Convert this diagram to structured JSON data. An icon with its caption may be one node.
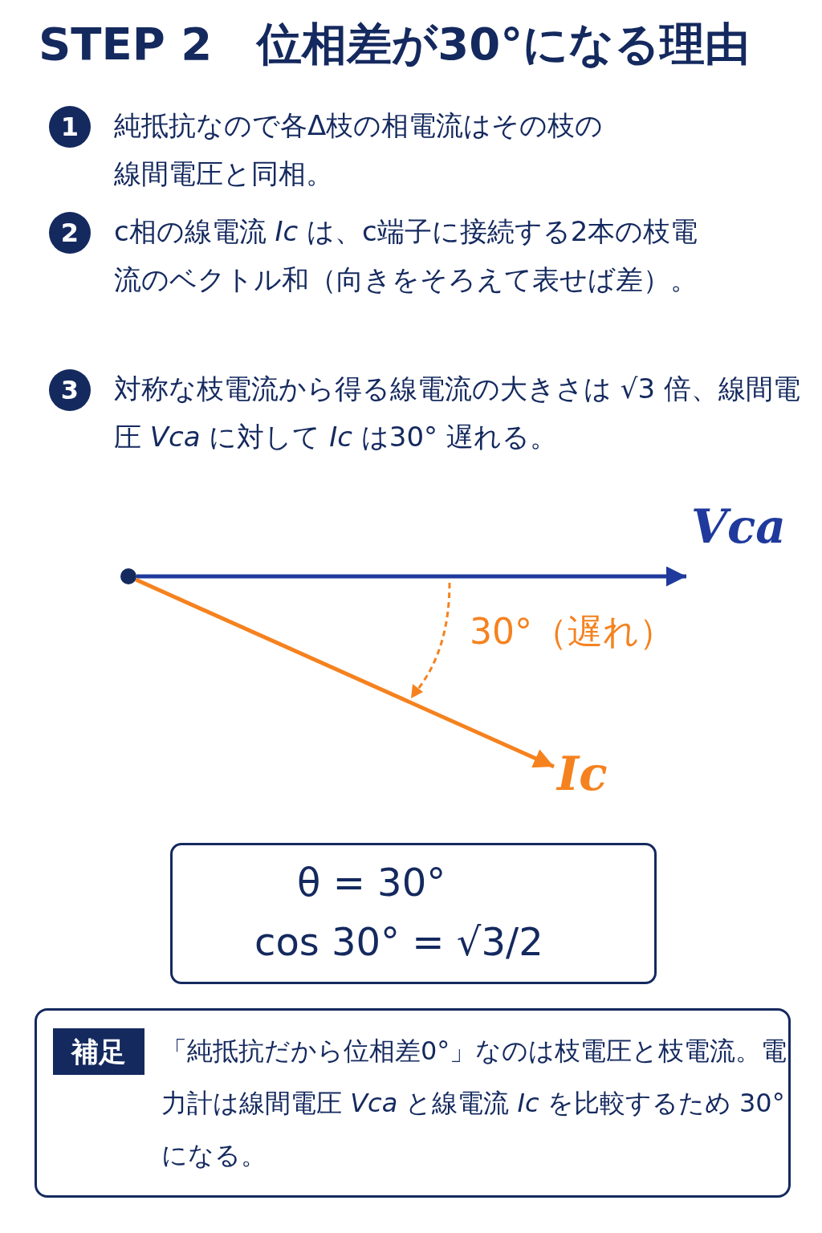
{
  "diagram": {
    "title": "STEP 2　位相差が30°になる理由",
    "nodes": [
      {
        "text": [],
        "shape": "circle"
      },
      {
        "text": [
          "Vca"
        ]
      },
      {
        "text": [
          "Ic"
        ]
      },
      {
        "text": [
          "θ = 30°",
          "cos 30° = √3/2"
        ]
      },
      {
        "text": [
          "「純抵抗だから位相差0°」なのは枝電圧と枝電流。電力計は線間電圧 *Vca* と線電流 *Ic* を比較するため 30° になる。"
        ]
      },
      {
        "text": [
          "補足"
        ],
        "in": 4
      }
    ],
    "edges": [
      {
        "from": 0,
        "to": 1,
        "arrow": "to",
        "color": "#1f3a9c"
      },
      {
        "from": 0,
        "to": 2,
        "arrow": "to",
        "color": "#f5821f"
      }
    ],
    "labels": [
      "1",
      "純抵抗なので各Δ枝の相電流はその枝の線間電圧と同相。",
      "2",
      "c相の線電流 *Ic* は、c端子に接続する2本の枝電流のベクトル和（向きをそろえて表せば差）。",
      "3",
      "対称な枝電流から得る線電流の大きさは √3 倍、線間電圧 *Vca* に対して *Ic* は30° 遅れる。",
      "30°（遅れ）"
    ]
  }
}
